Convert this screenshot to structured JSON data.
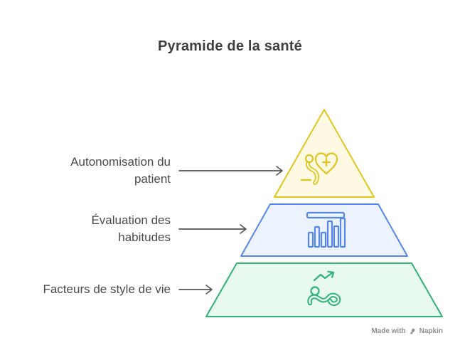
{
  "title": "Pyramide de la santé",
  "levels": [
    {
      "name": "patient-empowerment",
      "label_lines": [
        "Autonomisation du",
        "patient"
      ],
      "icon": "patient-heart-icon",
      "fill": "#FDF9E2",
      "stroke": "#E3C41C"
    },
    {
      "name": "habit-evaluation",
      "label_lines": [
        "Évaluation des",
        "habitudes"
      ],
      "icon": "bar-chart-icon",
      "fill": "#EDF3FD",
      "stroke": "#5586E9"
    },
    {
      "name": "lifestyle-factors",
      "label_lines": [
        "Facteurs de style de vie"
      ],
      "icon": "exercise-trend-icon",
      "fill": "#E8F9F0",
      "stroke": "#30B275"
    }
  ],
  "colors": {
    "title_text": "#3E3E3E",
    "label_text": "#4A4A4A",
    "arrow": "#545454",
    "watermark": "#8F8F8F"
  },
  "watermark": {
    "text_prefix": "Made with",
    "brand": "Napkin",
    "icon": "napkin-pen-icon"
  }
}
